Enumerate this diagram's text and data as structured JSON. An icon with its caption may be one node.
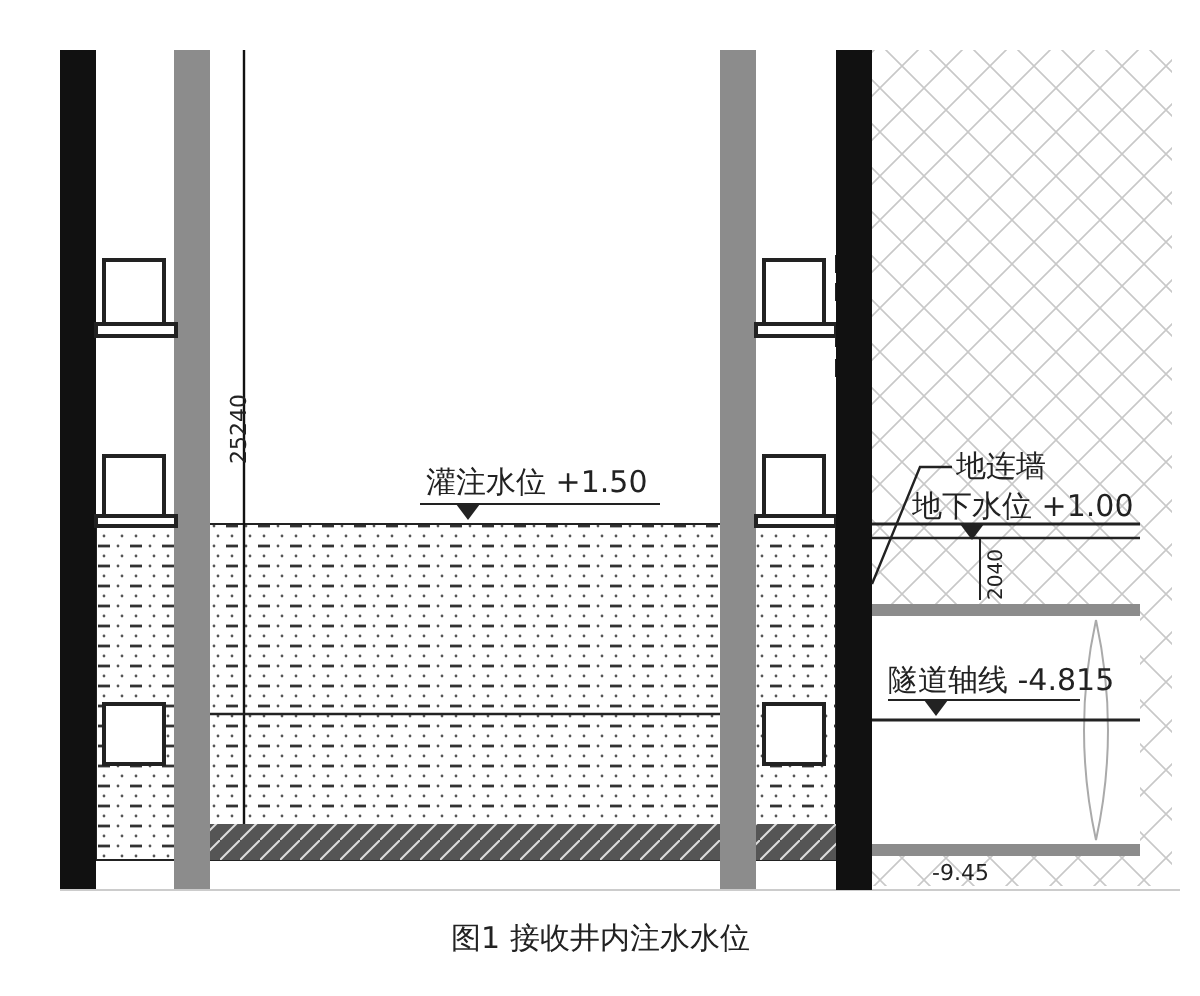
{
  "diagram": {
    "caption": "图1 接收井内注水水位",
    "nodes": [
      {
        "text": [
          "地连墙"
        ]
      },
      {
        "text": [],
        "shape": "bar"
      }
    ],
    "edges": [
      {
        "from": 0,
        "to": 1,
        "arrow": "none"
      }
    ],
    "labels": [
      "25240",
      "灌注水位 +1.50",
      "地下水位 +1.00",
      "2040",
      "隧道轴线 -4.815",
      "-9.45"
    ]
  }
}
